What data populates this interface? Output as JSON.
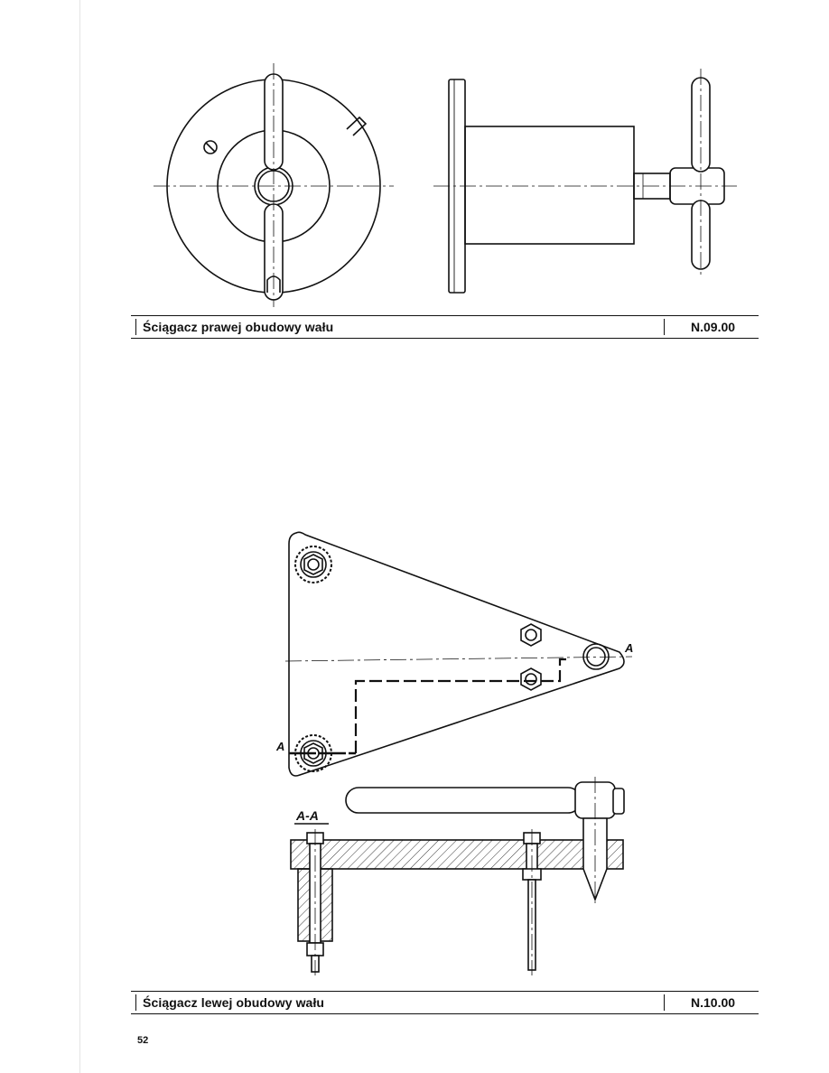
{
  "drawings": [
    {
      "title": "Ściągacz prawej obudowy wału",
      "code": "N.09.00"
    },
    {
      "title": "Ściągacz lewej obudowy wału",
      "code": "N.10.00"
    }
  ],
  "section": {
    "label": "A-A",
    "cut_mark": "A"
  },
  "page_number": "52"
}
